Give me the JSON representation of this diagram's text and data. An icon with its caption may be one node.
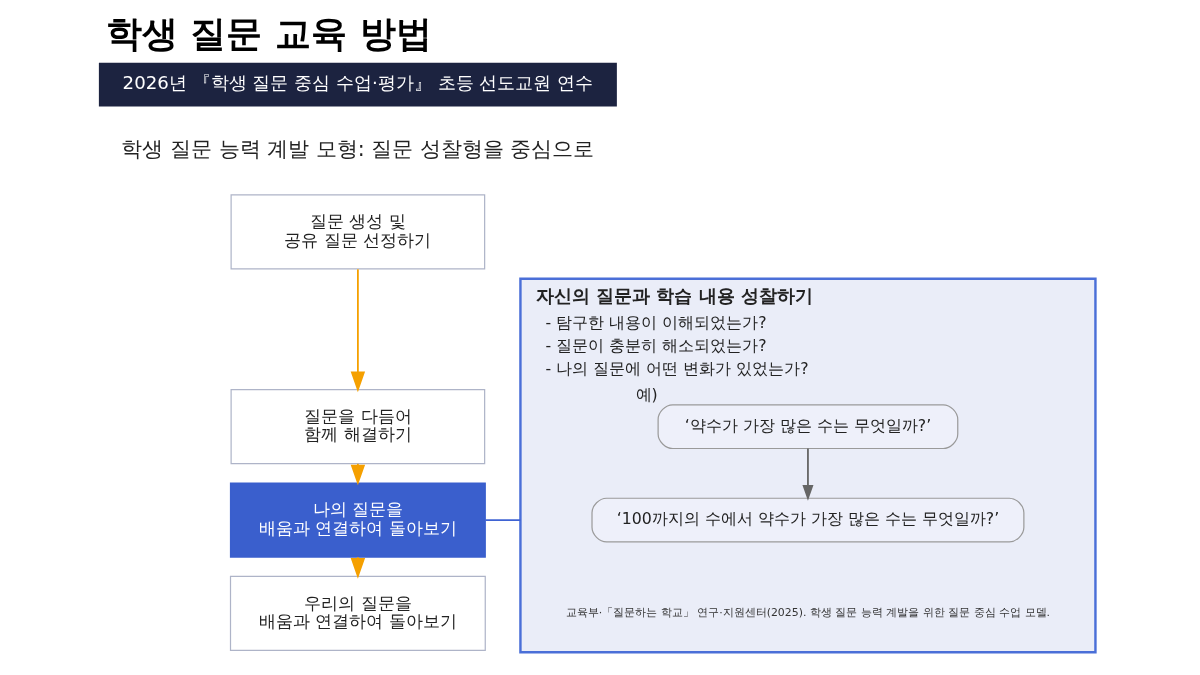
{
  "diagram": {
    "title": "학생 질문 교육 방법",
    "nodes": [
      {
        "text": [
          "질문 생성 및 공유 질문 선정하기"
        ]
      },
      {
        "text": [
          "질문을 다듬어 함께 해결하기"
        ]
      },
      {
        "text": [
          "나의 질문을 배움과 연결하여 돌아보기"
        ]
      },
      {
        "text": [
          "우리의 질문을 배움과 연결하여 돌아보기"
        ]
      },
      {
        "text": [
          "자신의 질문과 학습 내용 성찰하기",
          "- 탐구한 내용이 이해되었는가?",
          "- 질문이 충분히 해소되었는가?",
          "- 나의 질문에 어떤 변화가 있었는가?"
        ]
      },
      {
        "text": [
          "‘약수가 가장 많은 수는 무엇일까?’"
        ],
        "in": 4,
        "beside": [
          "예)"
        ]
      },
      {
        "text": [
          "‘100까지의 수에서 약수가 가장 많은 수는 무엇일까?’"
        ],
        "in": 4
      }
    ],
    "edges": [
      {
        "from": 0,
        "to": 1,
        "arrow": "to"
      },
      {
        "from": 1,
        "to": 2,
        "arrow": "to"
      },
      {
        "from": 2,
        "to": 3,
        "arrow": "to"
      },
      {
        "from": 2,
        "to": 4,
        "arrow": "none",
        "color": "#3f63d3"
      },
      {
        "from": 5,
        "to": 6,
        "arrow": "to",
        "color": "#666666"
      }
    ],
    "labels": [
      "2026년 『학생 질문 중심 수업·평가』 초등 선도교원 연수",
      "학생 질문 능력 계발 모형: 질문 성찰형을 중심으로",
      "교육부·「질문하는 학교」 연구·지원센터(2025). 학생 질문 능력 계발을 위한 질문 중심 수업 모델."
    ]
  }
}
